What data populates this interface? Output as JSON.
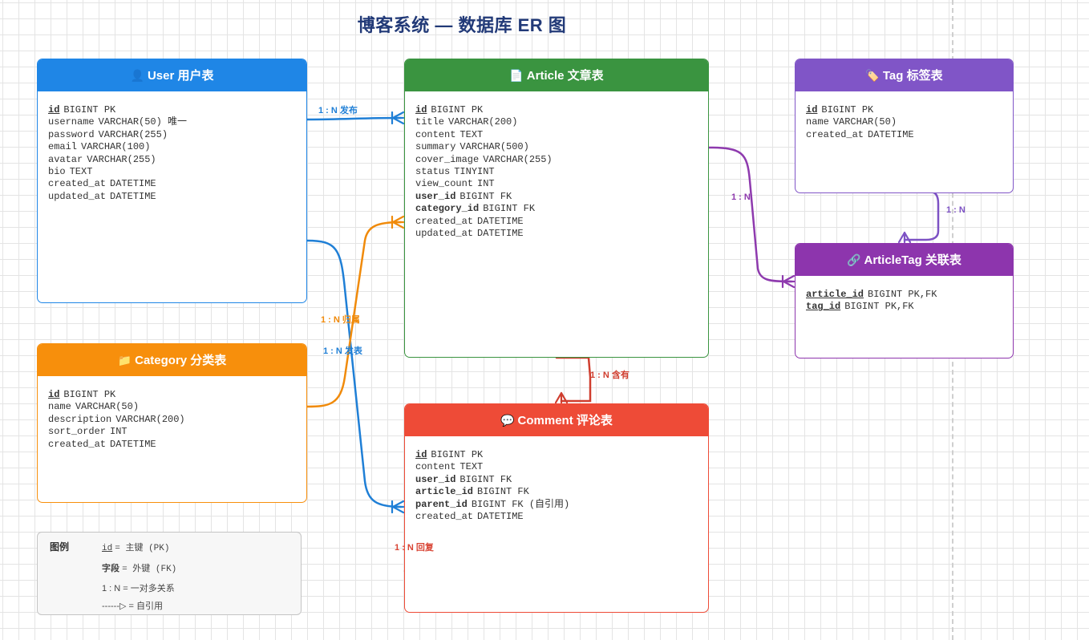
{
  "title": "博客系统 — 数据库 ER 图",
  "tables": {
    "user": {
      "icon": "👤",
      "name": "User 用户表",
      "color": "#1f86e6",
      "fields": [
        {
          "name": "id",
          "type": "BIGINT PK",
          "key": "pk"
        },
        {
          "name": "username",
          "type": "VARCHAR(50) 唯一",
          "key": ""
        },
        {
          "name": "password",
          "type": "VARCHAR(255)",
          "key": ""
        },
        {
          "name": "email",
          "type": "VARCHAR(100)",
          "key": ""
        },
        {
          "name": "avatar",
          "type": "VARCHAR(255)",
          "key": ""
        },
        {
          "name": "bio",
          "type": "TEXT",
          "key": ""
        },
        {
          "name": "created_at",
          "type": "DATETIME",
          "key": ""
        },
        {
          "name": "updated_at",
          "type": "DATETIME",
          "key": ""
        }
      ]
    },
    "article": {
      "icon": "📄",
      "name": "Article 文章表",
      "color": "#3a9440",
      "fields": [
        {
          "name": "id",
          "type": "BIGINT PK",
          "key": "pk"
        },
        {
          "name": "title",
          "type": "VARCHAR(200)",
          "key": ""
        },
        {
          "name": "content",
          "type": "TEXT",
          "key": ""
        },
        {
          "name": "summary",
          "type": "VARCHAR(500)",
          "key": ""
        },
        {
          "name": "cover_image",
          "type": "VARCHAR(255)",
          "key": ""
        },
        {
          "name": "status",
          "type": "TINYINT",
          "key": ""
        },
        {
          "name": "view_count",
          "type": "INT",
          "key": ""
        },
        {
          "name": "user_id",
          "type": "BIGINT FK",
          "key": "fk"
        },
        {
          "name": "category_id",
          "type": "BIGINT FK",
          "key": "fk"
        },
        {
          "name": "created_at",
          "type": "DATETIME",
          "key": ""
        },
        {
          "name": "updated_at",
          "type": "DATETIME",
          "key": ""
        }
      ]
    },
    "tag": {
      "icon": "🏷️",
      "name": "Tag 标签表",
      "color": "#8055c7",
      "fields": [
        {
          "name": "id",
          "type": "BIGINT PK",
          "key": "pk"
        },
        {
          "name": "name",
          "type": "VARCHAR(50)",
          "key": ""
        },
        {
          "name": "created_at",
          "type": "DATETIME",
          "key": ""
        }
      ]
    },
    "articletag": {
      "icon": "🔗",
      "name": "ArticleTag 关联表",
      "color": "#8d35ad",
      "fields": [
        {
          "name": "article_id",
          "type": "BIGINT PK,FK",
          "key": "pk"
        },
        {
          "name": "tag_id",
          "type": "BIGINT PK,FK",
          "key": "pk"
        }
      ]
    },
    "category": {
      "icon": "📁",
      "name": "Category 分类表",
      "color": "#f78f0c",
      "fields": [
        {
          "name": "id",
          "type": "BIGINT PK",
          "key": "pk"
        },
        {
          "name": "name",
          "type": "VARCHAR(50)",
          "key": ""
        },
        {
          "name": "description",
          "type": "VARCHAR(200)",
          "key": ""
        },
        {
          "name": "sort_order",
          "type": "INT",
          "key": ""
        },
        {
          "name": "created_at",
          "type": "DATETIME",
          "key": ""
        }
      ]
    },
    "comment": {
      "icon": "💬",
      "name": "Comment 评论表",
      "color": "#ee4b37",
      "fields": [
        {
          "name": "id",
          "type": "BIGINT PK",
          "key": "pk"
        },
        {
          "name": "content",
          "type": "TEXT",
          "key": ""
        },
        {
          "name": "user_id",
          "type": "BIGINT FK",
          "key": "fk"
        },
        {
          "name": "article_id",
          "type": "BIGINT FK",
          "key": "fk"
        },
        {
          "name": "parent_id",
          "type": "BIGINT FK (自引用)",
          "key": "fk"
        },
        {
          "name": "created_at",
          "type": "DATETIME",
          "key": ""
        }
      ]
    }
  },
  "relations": [
    {
      "id": "user-article",
      "label": "1 : N 发布",
      "color": "#1f7fd6"
    },
    {
      "id": "user-comment",
      "label": "1 : N 发表",
      "color": "#1f7fd6"
    },
    {
      "id": "category-article",
      "label": "1 : N 归属",
      "color": "#f08a0a"
    },
    {
      "id": "article-comment",
      "label": "1 : N 含有",
      "color": "#cf3d2e"
    },
    {
      "id": "comment-self",
      "label": "1 : N 回复",
      "color": "#d84333"
    },
    {
      "id": "article-articletag",
      "label": "1 : N",
      "color": "#8e3aae"
    },
    {
      "id": "tag-articletag",
      "label": "1 : N",
      "color": "#7d52c4"
    }
  ],
  "legend": {
    "title": "图例",
    "pk_sample": "id",
    "pk_desc": "= 主键 (PK)",
    "fk_sample": "字段",
    "fk_desc": "= 外键 (FK)",
    "rel_desc": "1 : N = 一对多关系",
    "self_desc": "------▷ = 自引用"
  }
}
